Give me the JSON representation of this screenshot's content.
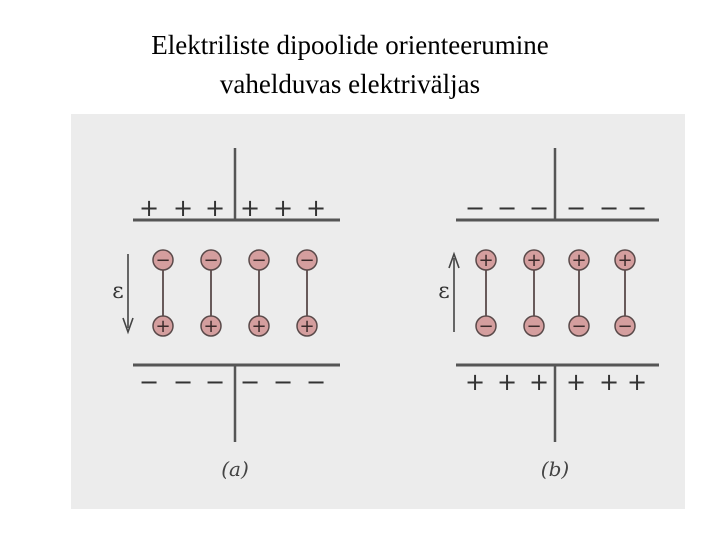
{
  "slide": {
    "title_line1": "Elektriliste dipoolide orienteerumine",
    "title_line2": "vahelduvas elektriväljas"
  },
  "figure": {
    "background_color": "#ececec",
    "plate_color": "#555555",
    "dipole_fill": "#d49e9e",
    "dipole_stroke": "#5a4a4a",
    "panels": [
      {
        "caption": "(a)",
        "field_label": "ε",
        "field_direction": "down",
        "top_plate_charges": [
          "+",
          "+",
          "+",
          "+",
          "+",
          "+"
        ],
        "bottom_plate_charges": [
          "−",
          "−",
          "−",
          "−",
          "−",
          "−"
        ],
        "dipole_top_sign": "−",
        "dipole_bottom_sign": "+",
        "dipole_count": 4
      },
      {
        "caption": "(b)",
        "field_label": "ε",
        "field_direction": "up",
        "top_plate_charges": [
          "−",
          "−",
          "−",
          "−",
          "−",
          "−"
        ],
        "bottom_plate_charges": [
          "+",
          "+",
          "+",
          "+",
          "+",
          "+"
        ],
        "dipole_top_sign": "+",
        "dipole_bottom_sign": "−",
        "dipole_count": 4
      }
    ]
  }
}
